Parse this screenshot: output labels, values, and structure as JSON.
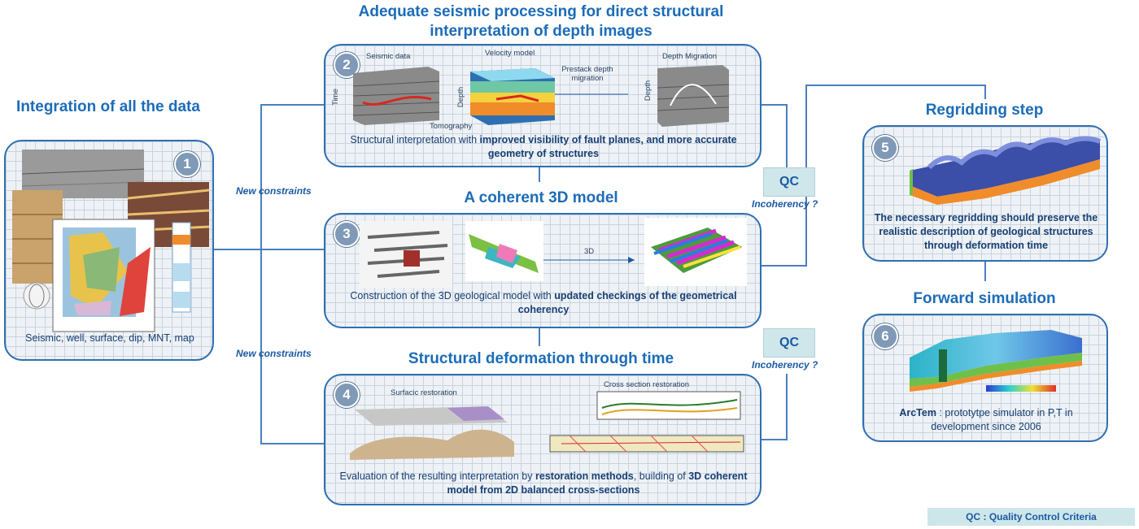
{
  "step1": {
    "number": "1",
    "title": "Integration of all the data",
    "caption": "Seismic, well, surface, dip, MNT, map"
  },
  "step2": {
    "number": "2",
    "title_line1": "Adequate seismic processing for direct structural",
    "title_line2": "interpretation of depth images",
    "labels": {
      "seismic_data": "Seismic data",
      "velocity_model": "Velocity model",
      "prestack": "Prestack depth migration",
      "depth_migration": "Depth Migration",
      "tomography": "Tomography",
      "time": "Time",
      "depth": "Depth",
      "depth2": "Depth"
    },
    "caption_plain": "Structural interpretation with ",
    "caption_bold": "improved visibility of fault planes, and more accurate geometry of structures"
  },
  "step3": {
    "number": "3",
    "title": "A coherent 3D model",
    "label_3d": "3D",
    "caption_plain": "Construction of the 3D geological model with ",
    "caption_bold": "updated checkings of the geometrical coherency"
  },
  "step4": {
    "number": "4",
    "title": "Structural deformation through time",
    "labels": {
      "surfacic": "Surfacic restoration",
      "cross_section": "Cross section restoration"
    },
    "caption_plain": "Evaluation of the resulting interpretation by ",
    "caption_bold1": "restoration methods",
    "caption_plain2": ", building of ",
    "caption_bold2": "3D coherent model from 2D balanced cross-sections"
  },
  "step5": {
    "number": "5",
    "title": "Regridding step",
    "caption": "The necessary regridding should preserve the realistic description of geological structures through deformation time"
  },
  "step6": {
    "number": "6",
    "title": "Forward simulation",
    "caption_bold": "ArcTem",
    "caption_plain": " : prototytpe simulator in P,T in development since 2006"
  },
  "connectors": {
    "new_constraints_1": "New constraints",
    "new_constraints_2": "New constraints",
    "qc_1": "QC",
    "qc_2": "QC",
    "incoherency_1": "Incoherency ?",
    "incoherency_2": "Incoherency ?"
  },
  "legend": "QC : Quality Control Criteria",
  "colors": {
    "title_blue": "#1c6cb8",
    "box_border": "#2f6fb0",
    "qc_fill": "#cfe6ea"
  }
}
